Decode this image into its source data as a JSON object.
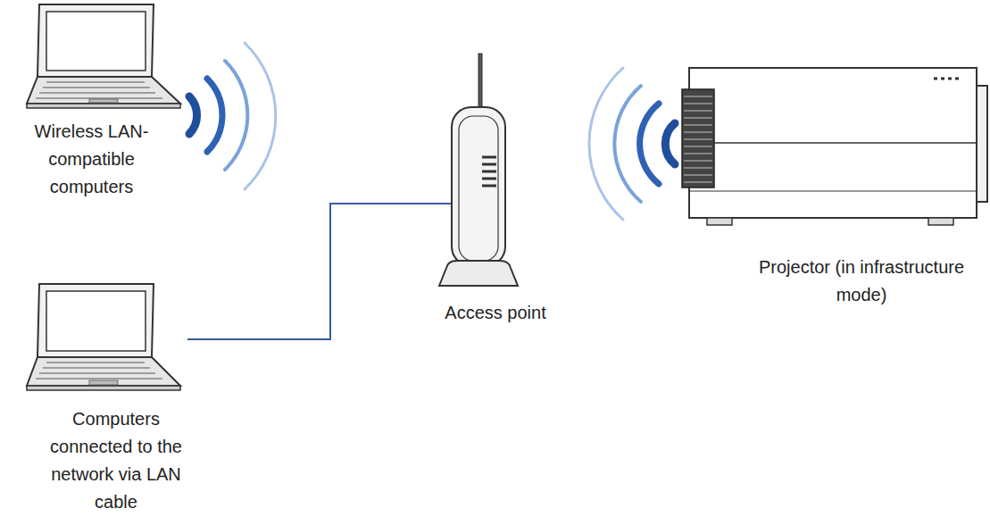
{
  "diagram": {
    "nodes": [
      {
        "text": [
          "Wireless LAN-compatible computers"
        ]
      },
      {
        "text": [
          "Computers connected to the network via LAN cable"
        ]
      },
      {
        "text": [
          "Access point"
        ]
      },
      {
        "text": [
          "Projector (in infrastructure mode)"
        ]
      }
    ],
    "edges": [
      {
        "from": 1,
        "to": 2,
        "arrow": "none"
      }
    ]
  }
}
